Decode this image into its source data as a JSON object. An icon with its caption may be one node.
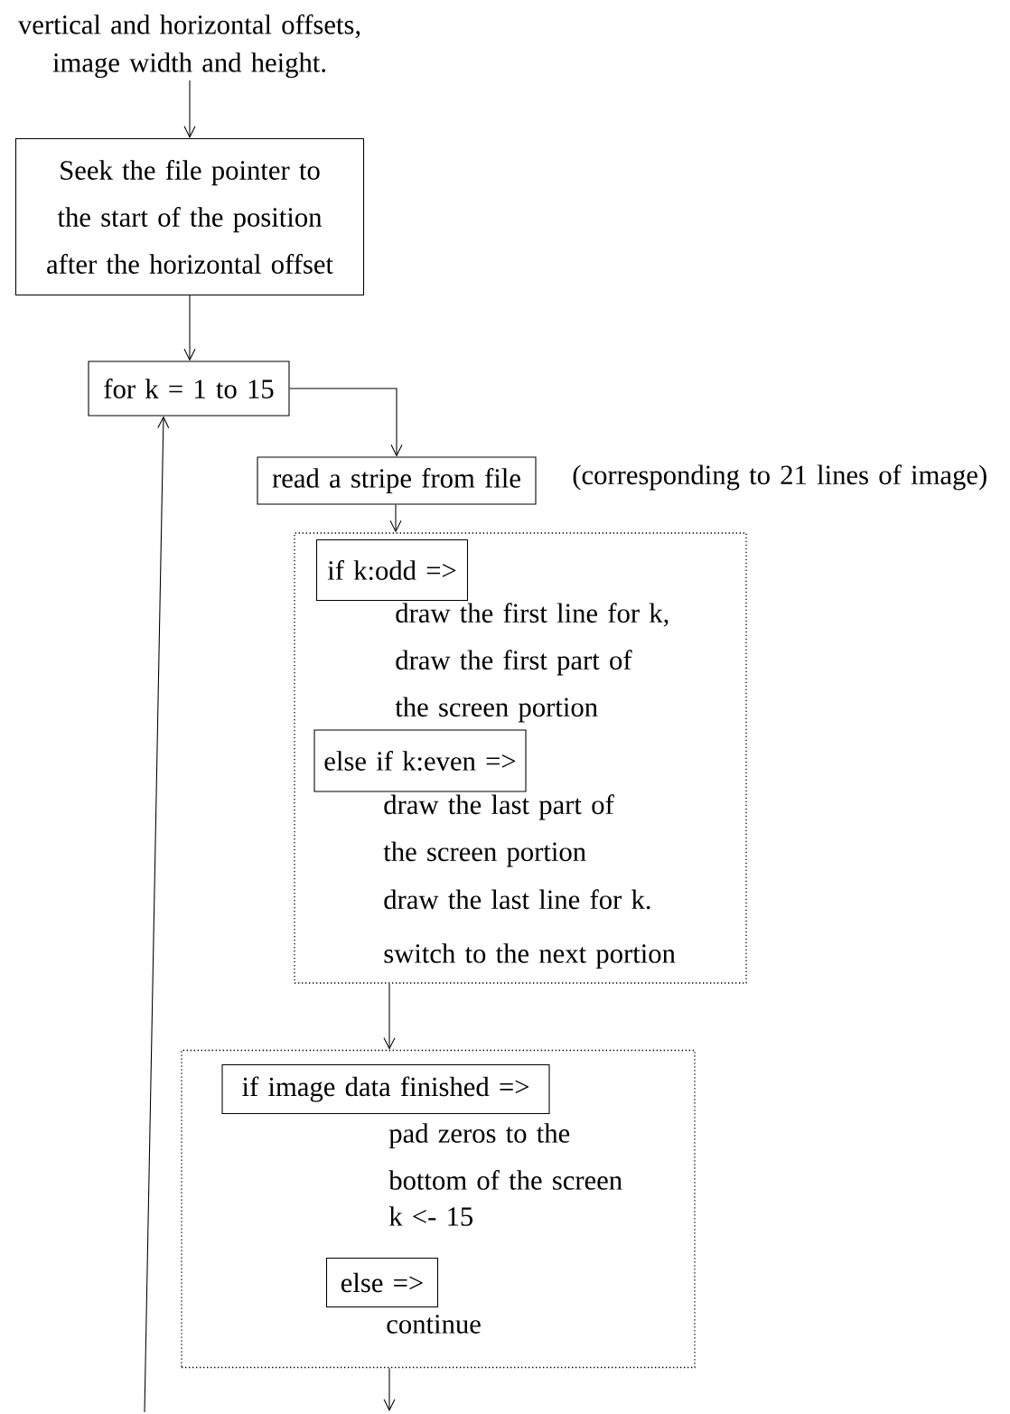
{
  "diagram": {
    "nodes": [
      {
        "text": [
          "vertical and horizontal offsets, image width and height."
        ]
      },
      {
        "text": [
          "Seek the file pointer to the start of the position after the horizontal offset"
        ]
      },
      {
        "text": [
          "for k = 1 to 15"
        ]
      },
      {
        "text": [
          "read a stripe from file"
        ],
        "beside": [
          "(corresponding to 21 lines of image)"
        ]
      },
      {
        "text": [],
        "shape": "box"
      },
      {
        "text": [
          "if k:odd =>"
        ],
        "in": 4,
        "beside": [
          "draw the first line for k,",
          "draw the first part of the screen portion"
        ]
      },
      {
        "text": [
          "else if k:even =>"
        ],
        "in": 4,
        "beside": [
          "draw the last part of the screen portion",
          "draw the last line for k.",
          "switch to the next portion"
        ]
      },
      {
        "text": [],
        "shape": "box"
      },
      {
        "text": [
          "if image data finished =>"
        ],
        "in": 7,
        "beside": [
          "pad zeros to the bottom of the screen",
          "k <- 15"
        ]
      },
      {
        "text": [
          "else =>"
        ],
        "in": 7,
        "beside": [
          "continue"
        ]
      }
    ],
    "edges": [
      {
        "from": 0,
        "to": 1,
        "arrow": "to"
      },
      {
        "from": 1,
        "to": 2,
        "arrow": "to"
      },
      {
        "from": 2,
        "to": 3,
        "arrow": "to"
      },
      {
        "from": 3,
        "to": 4,
        "arrow": "to"
      },
      {
        "from": 4,
        "to": 7,
        "arrow": "to"
      },
      {
        "from": 7,
        "to": null,
        "arrow": "to"
      },
      {
        "from": null,
        "to": 2,
        "arrow": "to"
      }
    ]
  }
}
